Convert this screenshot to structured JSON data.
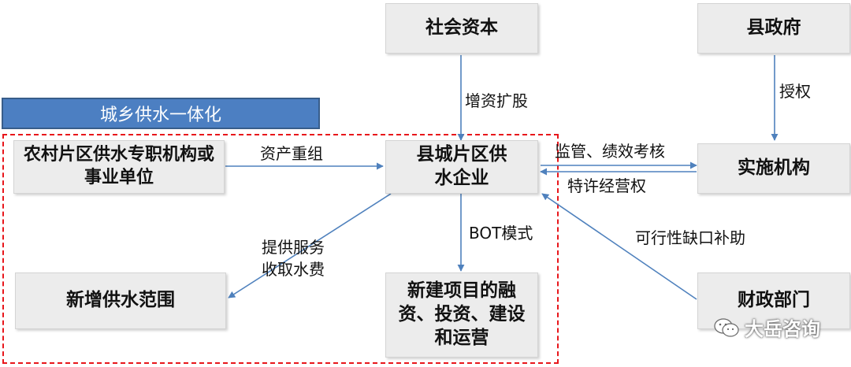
{
  "banner": "城乡供水一体化",
  "boxes": {
    "social_capital": "社会资本",
    "county_gov": "县政府",
    "rural_water": "农村片区供水专职机构或事业单位",
    "county_water": "县城片区供水企业",
    "implementing_agency": "实施机构",
    "new_supply_area": "新增供水范围",
    "new_project": "新建项目的融资、投资、建设和运营",
    "finance_dept": "财政部门"
  },
  "labels": {
    "capital_increase": "增资扩股",
    "authorization": "授权",
    "asset_restructuring": "资产重组",
    "supervision": "监管、绩效考核",
    "franchise": "特许经营权",
    "bot": "BOT模式",
    "service_line1": "提供服务",
    "service_line2": "收取水费",
    "viability_gap": "可行性缺口补助"
  },
  "watermark": "大岳咨询",
  "colors": {
    "box_fill": "#ececec",
    "arrow": "#4f81bd",
    "banner": "#4c7fc2",
    "dashed_border": "#e8161b"
  }
}
